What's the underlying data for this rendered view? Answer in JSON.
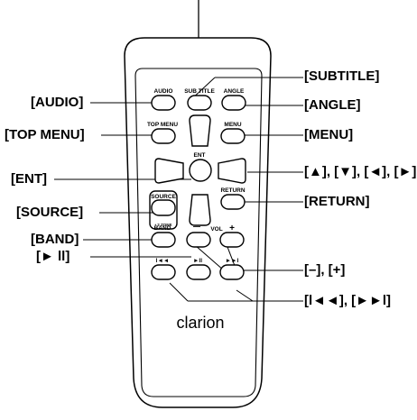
{
  "callouts": {
    "subtitle": "[SUBTITLE]",
    "audio": "[AUDIO]",
    "angle": "[ANGLE]",
    "top_menu": "[TOP MENU]",
    "menu": "[MENU]",
    "ent": "[ENT]",
    "arrows": "[▲], [▼], [◄], [►]",
    "source": "[SOURCE]",
    "return": "[RETURN]",
    "band": "[BAND]",
    "play_pause": "[► ll]",
    "minus_plus": "[–], [+]",
    "skip": "[l◄◄], [►►l]"
  },
  "keys": {
    "audio": "AUDIO",
    "subtitle": "SUB TITLE",
    "angle": "ANGLE",
    "top_menu": "TOP MENU",
    "menu": "MENU",
    "ent": "ENT",
    "source": "SOURCE",
    "zone": "• 2 ZONE",
    "return": "RETURN",
    "band": "BAND",
    "minus": "—",
    "vol": "VOL",
    "plus": "+",
    "play_pause": "►ll",
    "prev": "l◄◄",
    "next": "►►l"
  },
  "brand": "clarion",
  "colors": {
    "line": "#000000",
    "remote_fill": "#ffffff"
  }
}
